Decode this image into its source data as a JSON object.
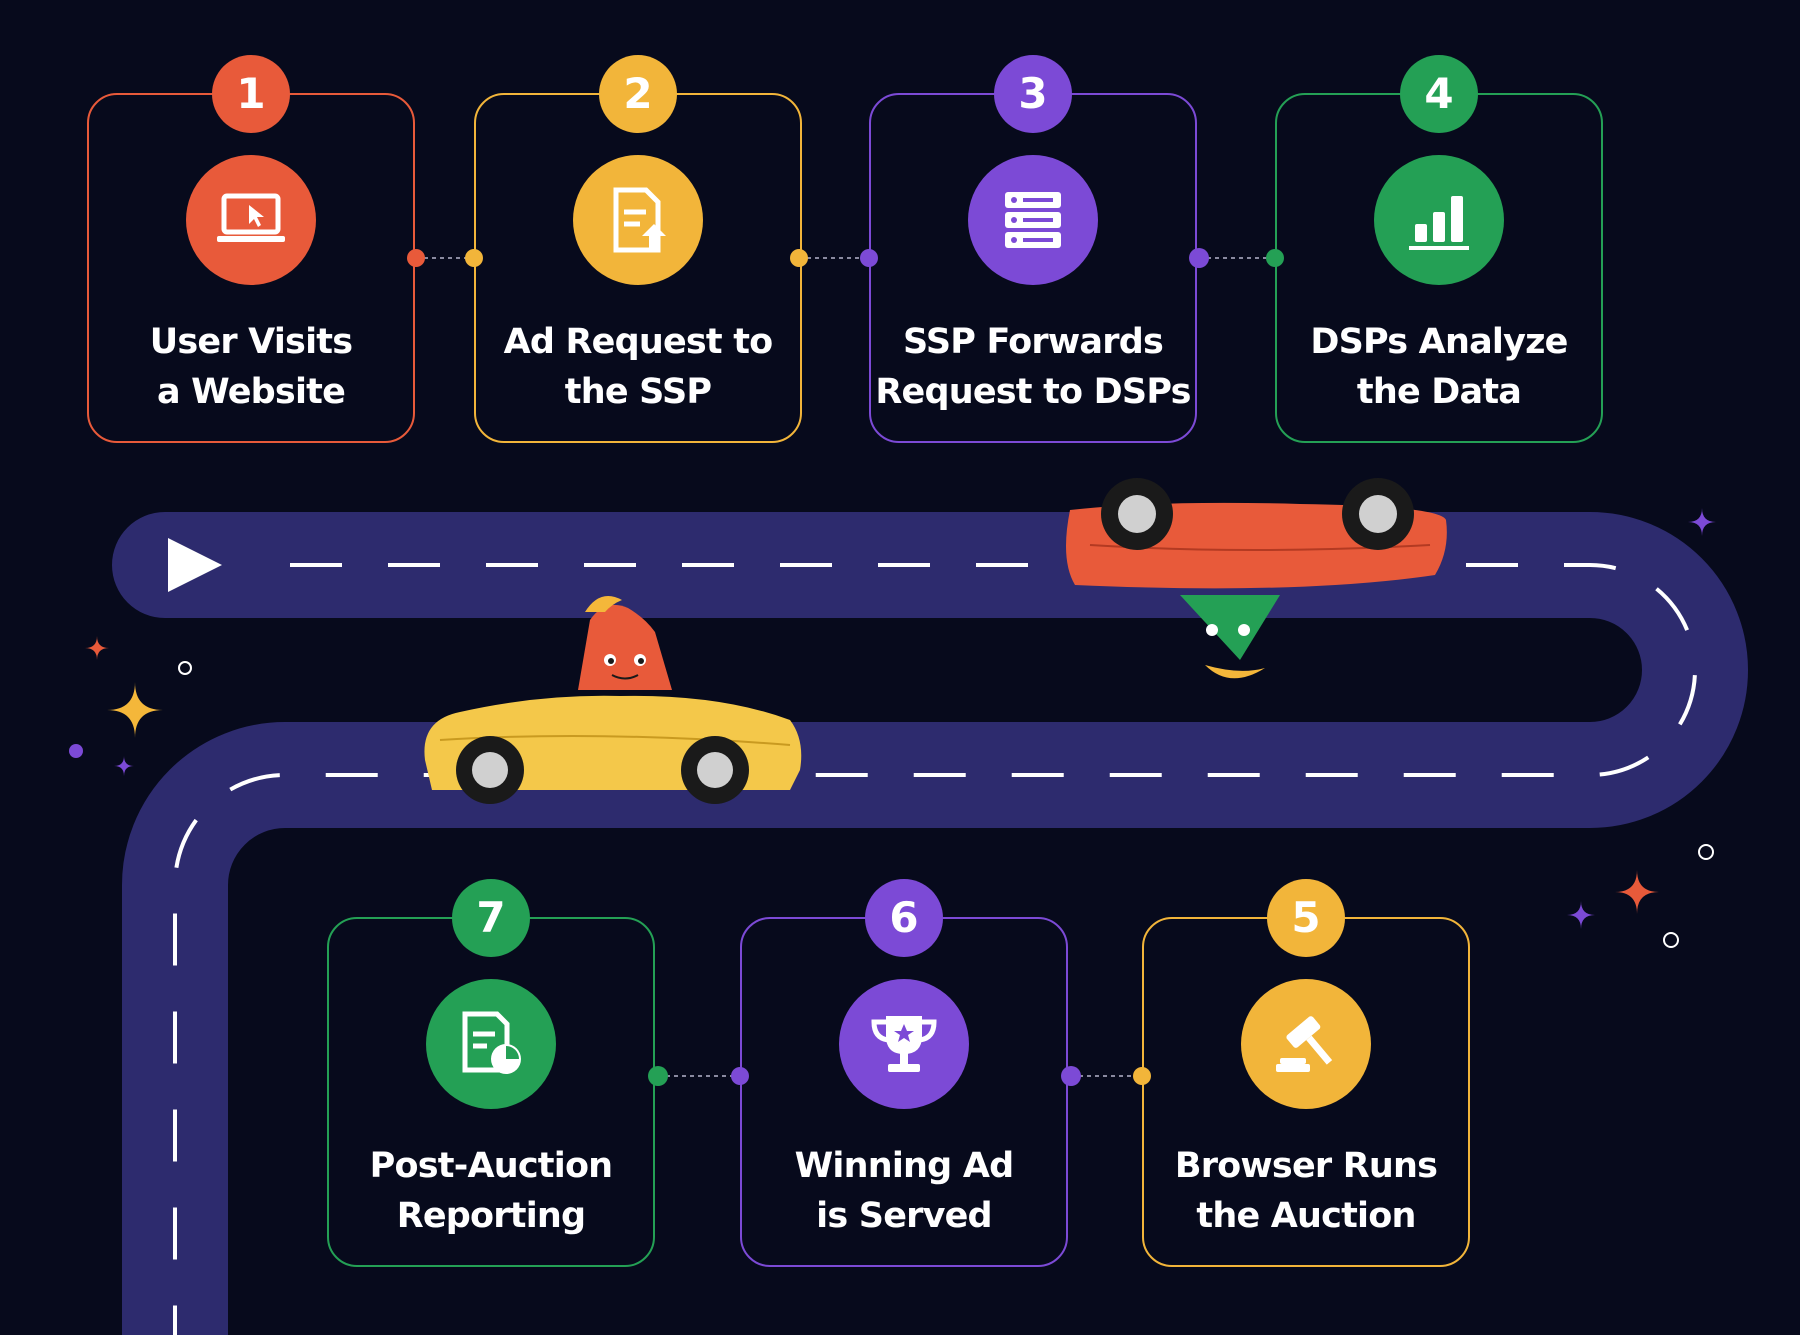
{
  "steps": [
    {
      "number": "1",
      "title": "User Visits\na Website",
      "icon": "laptop-icon",
      "color": "#e85a3a"
    },
    {
      "number": "2",
      "title": "Ad Request to\nthe SSP",
      "icon": "document-upload-icon",
      "color": "#f2b53a"
    },
    {
      "number": "3",
      "title": "SSP Forwards\nRequest to DSPs",
      "icon": "server-icon",
      "color": "#7c4ad6"
    },
    {
      "number": "4",
      "title": "DSPs Analyze\nthe Data",
      "icon": "bar-chart-icon",
      "color": "#24a055"
    },
    {
      "number": "5",
      "title": "Browser Runs\nthe Auction",
      "icon": "gavel-icon",
      "color": "#f2b53a"
    },
    {
      "number": "6",
      "title": "Winning Ad\nis Served",
      "icon": "trophy-icon",
      "color": "#7c4ad6"
    },
    {
      "number": "7",
      "title": "Post-Auction\nReporting",
      "icon": "report-icon",
      "color": "#24a055"
    }
  ],
  "colors": {
    "background": "#070a1c",
    "road": "#2d2b6e",
    "road_marking": "#ffffff"
  },
  "illustration": {
    "cars": [
      "yellow-convertible",
      "red-car-upside-down"
    ],
    "start_marker": "play-arrow-icon"
  }
}
